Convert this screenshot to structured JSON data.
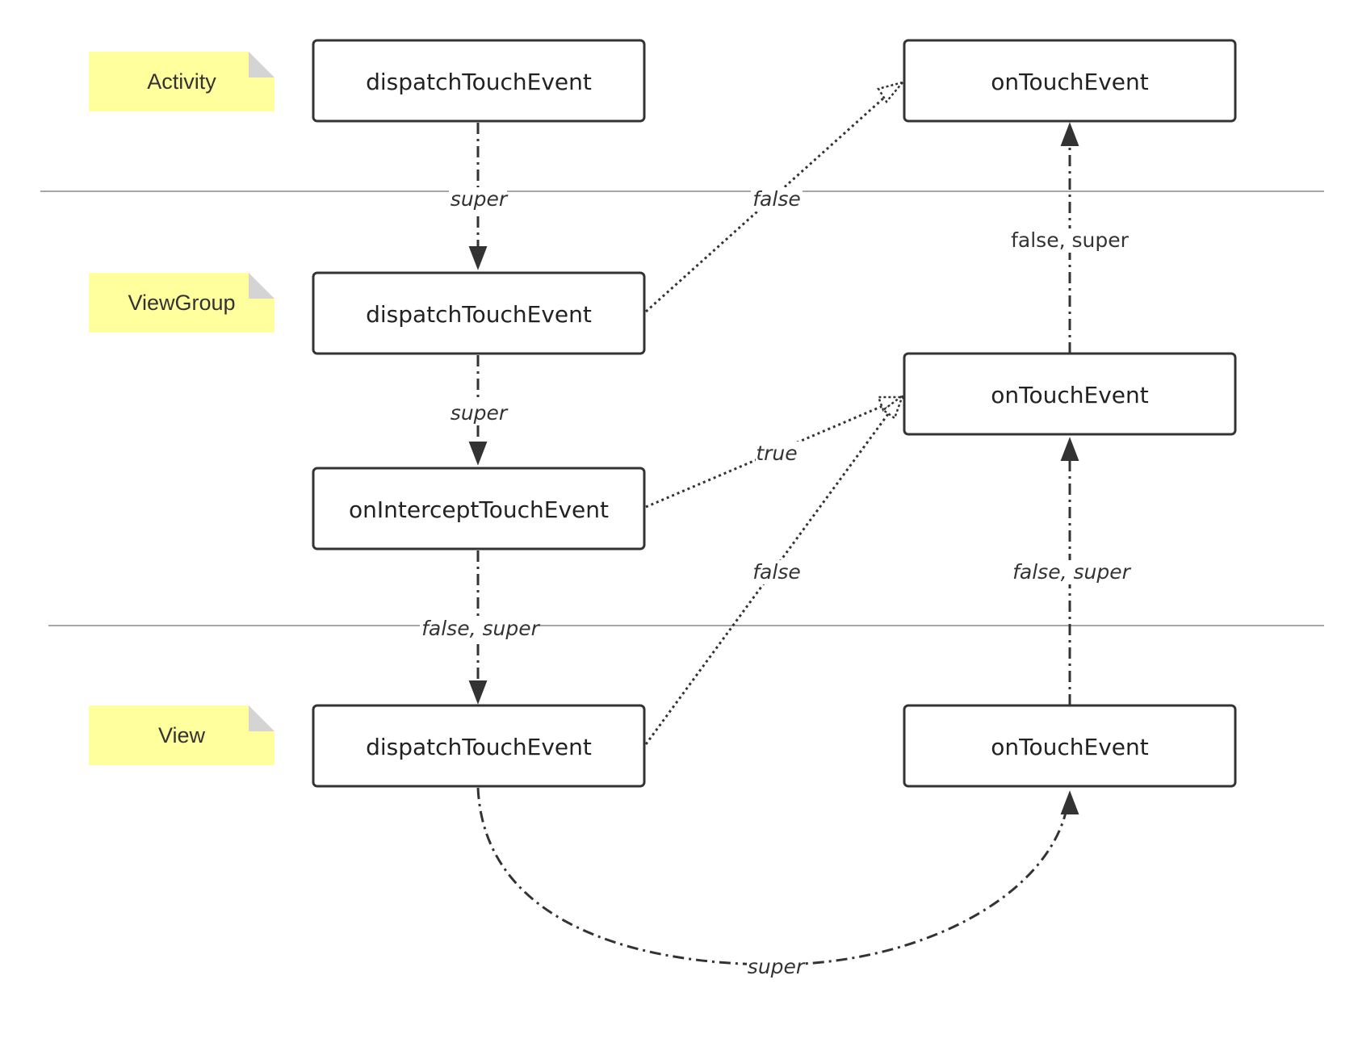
{
  "notes": {
    "activity": "Activity",
    "viewgroup": "ViewGroup",
    "view": "View"
  },
  "nodes": {
    "activity_dispatch": "dispatchTouchEvent",
    "activity_ontouch": "onTouchEvent",
    "viewgroup_dispatch": "dispatchTouchEvent",
    "viewgroup_intercept": "onInterceptTouchEvent",
    "viewgroup_ontouch": "onTouchEvent",
    "view_dispatch": "dispatchTouchEvent",
    "view_ontouch": "onTouchEvent"
  },
  "edges": {
    "activity_dispatch_to_viewgroup_dispatch": "super",
    "viewgroup_dispatch_to_activity_ontouch": "false",
    "viewgroup_ontouch_to_activity_ontouch": "false, super",
    "viewgroup_dispatch_to_intercept": "super",
    "intercept_to_viewgroup_ontouch": "true",
    "view_dispatch_to_viewgroup_ontouch": "false",
    "view_ontouch_to_viewgroup_ontouch": "false, super",
    "intercept_to_view_dispatch": "false, super",
    "view_dispatch_to_view_ontouch": "super"
  },
  "colors": {
    "note_fill": "#ffff9e",
    "note_fold": "#d4d4d4",
    "box_stroke": "#333333",
    "divider": "#888888"
  }
}
